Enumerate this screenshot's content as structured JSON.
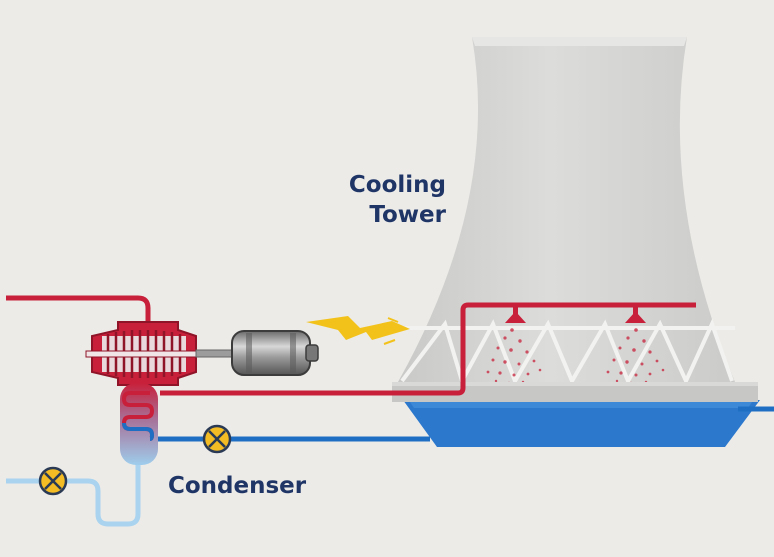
{
  "labels": {
    "cooling_tower_line1": "Cooling",
    "cooling_tower_line2": "Tower",
    "condenser": "Condenser"
  },
  "icons": {
    "turbine": "turbine-icon",
    "generator": "generator-icon",
    "electricity": "lightning-bolt-icon",
    "valve": "valve-x-icon",
    "spray_nozzle": "spray-nozzle-icon"
  },
  "colors": {
    "background": "#ecebe8",
    "hot_pipe": "#c8203a",
    "cold_pipe": "#1e6fc4",
    "return_pipe": "#a9d3ee",
    "tower": "#d4d4d2",
    "basin_water": "#2b78cd",
    "valve_fill": "#f3bb24",
    "bolt": "#f3c21a",
    "label_text": "#1f3566"
  }
}
